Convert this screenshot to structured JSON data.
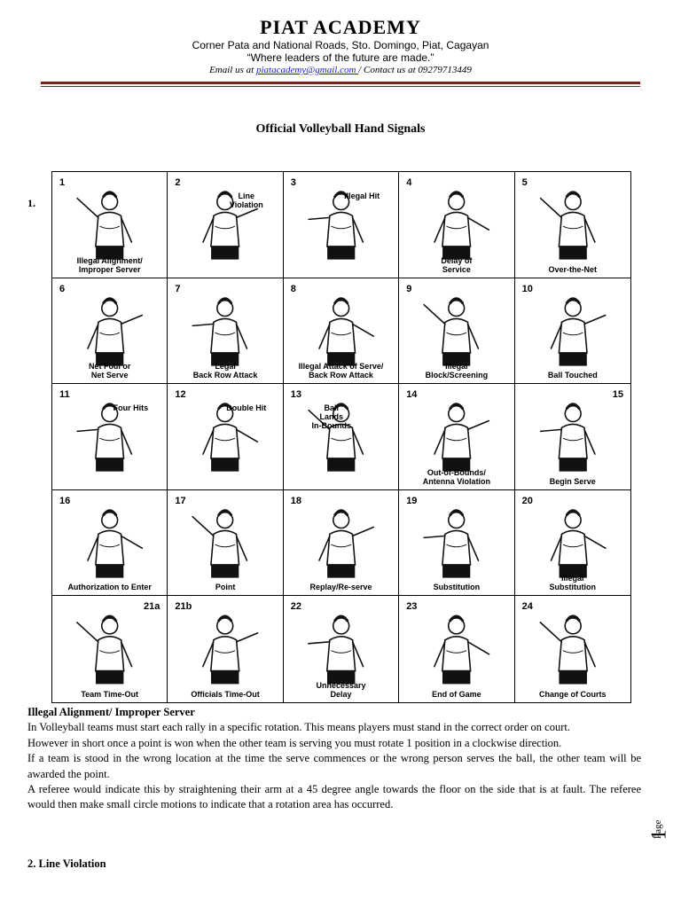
{
  "header": {
    "title": "PIAT ACADEMY",
    "address": "Corner Pata and  National Roads, Sto. Domingo, Piat, Cagayan",
    "motto": "“Where leaders of the future are made.”",
    "email_prefix": "Email us at ",
    "email": "piatacademy@gmail.com ",
    "contact_suffix": "/ Contact us at 09279713449"
  },
  "doc_title": "Official Volleyball Hand Signals",
  "list_number": "1.",
  "signals": [
    {
      "num": "1",
      "caption": "Illegal Alignment/\nImproper Server"
    },
    {
      "num": "2",
      "caption": "Line\nViolation"
    },
    {
      "num": "3",
      "caption": "Illegal Hit"
    },
    {
      "num": "4",
      "caption": "Delay of\nService"
    },
    {
      "num": "5",
      "caption": "Over-the-Net"
    },
    {
      "num": "6",
      "caption": "Net Foul or\nNet Serve"
    },
    {
      "num": "7",
      "caption": "Legal\nBack Row Attack"
    },
    {
      "num": "8",
      "caption": "Illegal Attack of Serve/\nBack Row Attack"
    },
    {
      "num": "9",
      "caption": "Illegal\nBlock/Screening"
    },
    {
      "num": "10",
      "caption": "Ball Touched"
    },
    {
      "num": "11",
      "caption": "Four Hits"
    },
    {
      "num": "12",
      "caption": "Double Hit"
    },
    {
      "num": "13",
      "caption": "Ball\nLands\nIn-Bounds"
    },
    {
      "num": "14",
      "caption": "Out-of-Bounds/\nAntenna Violation"
    },
    {
      "num": "15",
      "caption": "Begin Serve"
    },
    {
      "num": "16",
      "caption": "Authorization to Enter"
    },
    {
      "num": "17",
      "caption": "Point"
    },
    {
      "num": "18",
      "caption": "Replay/Re-serve"
    },
    {
      "num": "19",
      "caption": "Substitution"
    },
    {
      "num": "20",
      "caption": "Illegal\nSubstitution"
    },
    {
      "num": "21a",
      "caption": "Team Time-Out"
    },
    {
      "num": "21b",
      "caption": "Officials Time-Out"
    },
    {
      "num": "22",
      "caption": "Unnecessary\nDelay"
    },
    {
      "num": "23",
      "caption": "End of Game"
    },
    {
      "num": "24",
      "caption": "Change of Courts"
    }
  ],
  "section1": {
    "heading": "Illegal Alignment/ Improper Server",
    "paragraphs": [
      "In Volleyball teams must start each rally in a specific rotation. This means players must stand in the correct order on court.",
      "However in short once a point is won when the other team is serving you must rotate 1 position in a clockwise direction.",
      "If a team is stood in the wrong location at the time the serve commences or the wrong person serves the ball, the other team will be awarded the point.",
      "A referee would indicate this by straightening their arm at a 45 degree angle towards the floor on the side that is at fault. The referee would then make small circle motions to indicate that a rotation area has occurred."
    ]
  },
  "section2_heading": "2. Line Violation",
  "page_label": "Page",
  "page_number": "1",
  "colors": {
    "rule": "#7a2020",
    "link": "#1a1adb"
  }
}
